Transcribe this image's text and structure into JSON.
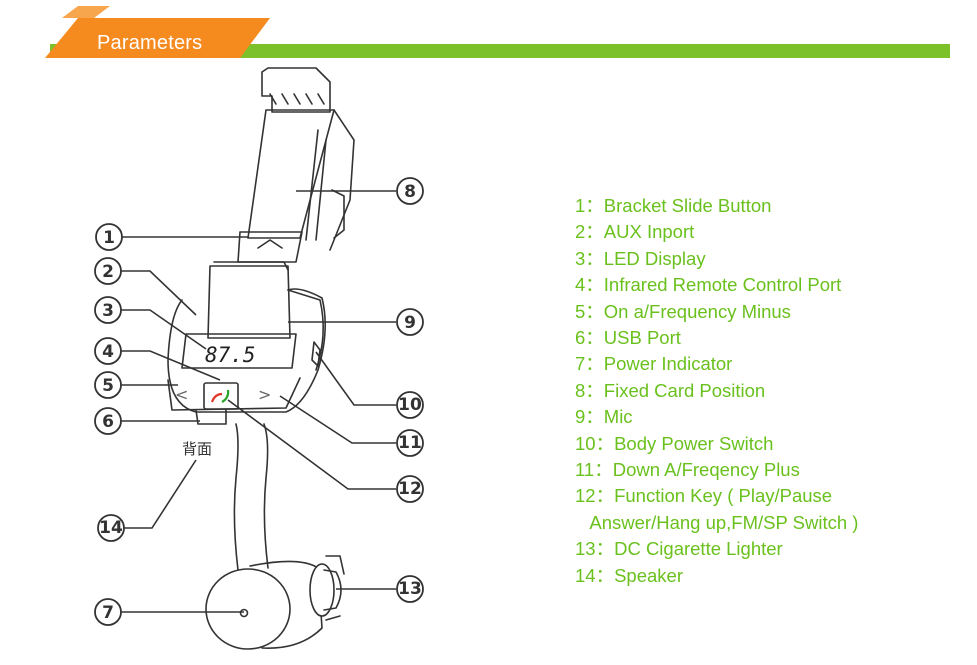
{
  "header": {
    "title": "Parameters",
    "colors": {
      "orange": "#f58a1f",
      "green": "#7dc12a"
    }
  },
  "diagram": {
    "lcd_text": "87.5",
    "rear_label": "背面",
    "left_arrow": "<",
    "right_arrow": ">",
    "callouts": [
      "1",
      "2",
      "3",
      "4",
      "5",
      "6",
      "7",
      "8",
      "9",
      "10",
      "11",
      "12",
      "13",
      "14"
    ]
  },
  "legend": {
    "color": "#6ac11d",
    "items": [
      "1：Bracket Slide Button",
      "2：AUX Inport",
      "3：LED Display",
      "4：Infrared Remote Control Port",
      "5：On a/Frequency Minus",
      "6：USB Port",
      "7：Power Indicator",
      "8：Fixed Card Position",
      "9：Mic",
      "10：Body Power Switch",
      "11：Down A/Freqency Plus",
      "12：Function Key ( Play/Pause",
      "   Answer/Hang up,FM/SP Switch )",
      "13：DC Cigarette Lighter",
      "14：Speaker"
    ]
  }
}
